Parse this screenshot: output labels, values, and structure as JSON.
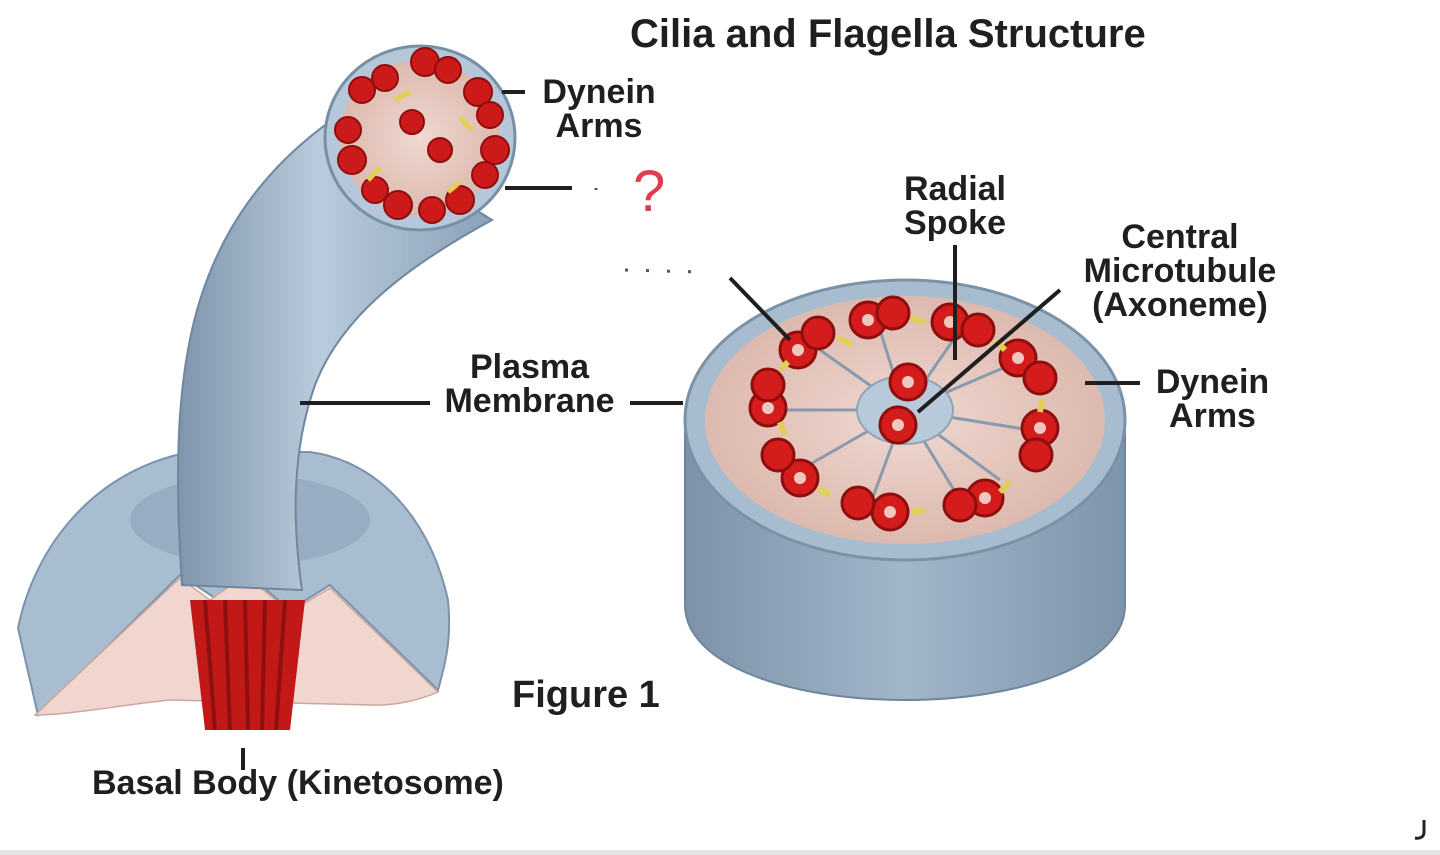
{
  "diagram": {
    "title": "Cilia and Flagella Structure",
    "figure_label": "Figure 1",
    "question_mark": "?",
    "labels": {
      "dynein_arms_top_l1": "Dynein",
      "dynein_arms_top_l2": "Arms",
      "radial_spoke_l1": "Radial",
      "radial_spoke_l2": "Spoke",
      "central_l1": "Central",
      "central_l2": "Microtubule",
      "central_l3": "(Axoneme)",
      "dynein_arms_right_l1": "Dynein",
      "dynein_arms_right_l2": "Arms",
      "plasma_l1": "Plasma",
      "plasma_l2": "Membrane",
      "basal_body": "Basal Body (Kinetosome)"
    }
  },
  "colors": {
    "membrane_blue": "#9fb4c8",
    "membrane_dark": "#7f95ab",
    "interior_pink": "#e7c9c0",
    "microtubule_red": "#d21d1d",
    "dynein_yellow": "#e2cf55",
    "question_red": "#e23a4e"
  }
}
